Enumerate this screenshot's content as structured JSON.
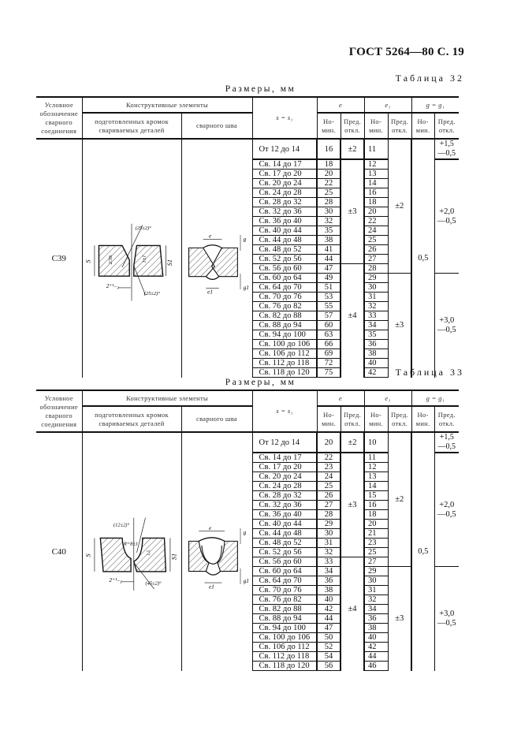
{
  "page": {
    "header": "ГОСТ 5264—80 С. 19"
  },
  "tables": [
    {
      "caption": "Таблица 32",
      "dims": "Размеры, мм",
      "headers": {
        "designation": "Условное обозначение сварного соединения",
        "design_elements": "Конструктивные элементы",
        "prepared_edges": "подготовленных кромок свариваемых деталей",
        "weld": "сварного шва",
        "s": "s = s₁",
        "e": "e",
        "e1": "e₁",
        "g": "g = g₁",
        "nom": "Но-мин.",
        "tol": "Пред. откл."
      },
      "designation": "С39",
      "first_row": {
        "s": "От 12 до 14",
        "e": "16",
        "e_tol": "±2",
        "e1": "11",
        "g_tol": "+1,5 —0,5"
      },
      "rows": [
        {
          "s": "Св. 14 до 17",
          "e": "18",
          "e1": "12"
        },
        {
          "s": "Св. 17 до 20",
          "e": "20",
          "e1": "13"
        },
        {
          "s": "Св. 20 до 24",
          "e": "22",
          "e1": "14"
        },
        {
          "s": "Св. 24 до 28",
          "e": "25",
          "e1": "16"
        },
        {
          "s": "Св. 28 до 32",
          "e": "28",
          "e1": "18"
        },
        {
          "s": "Св. 32 до 36",
          "e": "30",
          "e1": "20"
        },
        {
          "s": "Св. 36 до 40",
          "e": "32",
          "e1": "22"
        },
        {
          "s": "Св. 40 до 44",
          "e": "35",
          "e1": "24"
        },
        {
          "s": "Св. 44 до 48",
          "e": "38",
          "e1": "25"
        },
        {
          "s": "Св. 48 до 52",
          "e": "41",
          "e1": "26"
        },
        {
          "s": "Св. 52 до 56",
          "e": "44",
          "e1": "27"
        },
        {
          "s": "Св. 56 до 60",
          "e": "47",
          "e1": "28"
        },
        {
          "s": "Св. 60 до 64",
          "e": "49",
          "e1": "29"
        },
        {
          "s": "Св. 64 до 70",
          "e": "51",
          "e1": "30"
        },
        {
          "s": "Св. 70 до 76",
          "e": "53",
          "e1": "31"
        },
        {
          "s": "Св. 76 до 82",
          "e": "55",
          "e1": "32"
        },
        {
          "s": "Св. 82 до 88",
          "e": "57",
          "e1": "33"
        },
        {
          "s": "Св. 88 до 94",
          "e": "60",
          "e1": "34"
        },
        {
          "s": "Св. 94 до 100",
          "e": "63",
          "e1": "35"
        },
        {
          "s": "Св. 100 до 106",
          "e": "66",
          "e1": "36"
        },
        {
          "s": "Св. 106 до 112",
          "e": "69",
          "e1": "38"
        },
        {
          "s": "Св. 112 до 118",
          "e": "72",
          "e1": "40"
        },
        {
          "s": "Св. 118 до 120",
          "e": "75",
          "e1": "42"
        }
      ],
      "e_tol_mid": "±3",
      "e_tol_low": "±4",
      "e1_tol_upper": "±2",
      "e1_tol_lower": "±3",
      "g_nom": "0,5",
      "g_tol_mid": "+2,0 —0,5",
      "g_tol_low": "+3,0 —0,5",
      "diagram_labels": {
        "angle_top": "(25±2)°",
        "angle_bottom": "(25±2)°",
        "gap": "2⁺¹₋₂",
        "s": "S",
        "s1": "S₁",
        "twothirds": "2/3S",
        "t": "1±1",
        "e": "e",
        "e1": "e₁",
        "g": "g",
        "g1": "g₁"
      }
    },
    {
      "caption": "Таблица 33",
      "dims": "Размеры, мм",
      "headers": {
        "designation": "Условное обозначение сварного соединения",
        "design_elements": "Конструктивные элементы",
        "prepared_edges": "подготовленных кромок свариваемых деталей",
        "weld": "сварного шва",
        "s": "s = s₁",
        "e": "e",
        "e1": "e₁",
        "g": "g = g₁",
        "nom": "Но-мин.",
        "tol": "Пред. откл."
      },
      "designation": "С40",
      "first_row": {
        "s": "От 12 до 14",
        "e": "20",
        "e_tol": "±2",
        "e1": "10",
        "g_tol": "+1,5 —0,5"
      },
      "rows": [
        {
          "s": "Св. 14 до 17",
          "e": "22",
          "e1": "11"
        },
        {
          "s": "Св. 17 до 20",
          "e": "23",
          "e1": "12"
        },
        {
          "s": "Св. 20 до 24",
          "e": "24",
          "e1": "13"
        },
        {
          "s": "Св. 24 до 28",
          "e": "25",
          "e1": "14"
        },
        {
          "s": "Св. 28 до 32",
          "e": "26",
          "e1": "15"
        },
        {
          "s": "Св. 32 до 36",
          "e": "27",
          "e1": "16"
        },
        {
          "s": "Св. 36 до 40",
          "e": "28",
          "e1": "18"
        },
        {
          "s": "Св. 40 до 44",
          "e": "29",
          "e1": "20"
        },
        {
          "s": "Св. 44 до 48",
          "e": "30",
          "e1": "21"
        },
        {
          "s": "Св. 48 до 52",
          "e": "31",
          "e1": "23"
        },
        {
          "s": "Св. 52 до 56",
          "e": "32",
          "e1": "25"
        },
        {
          "s": "Св. 56 до 60",
          "e": "33",
          "e1": "27"
        },
        {
          "s": "Св. 60 до 64",
          "e": "34",
          "e1": "29"
        },
        {
          "s": "Св. 64 до 70",
          "e": "36",
          "e1": "30"
        },
        {
          "s": "Св. 70 до 76",
          "e": "38",
          "e1": "31"
        },
        {
          "s": "Св. 76 до 82",
          "e": "40",
          "e1": "32"
        },
        {
          "s": "Св. 82 до 88",
          "e": "42",
          "e1": "34"
        },
        {
          "s": "Св. 88 до 94",
          "e": "44",
          "e1": "36"
        },
        {
          "s": "Св. 94 до 100",
          "e": "47",
          "e1": "38"
        },
        {
          "s": "Св. 100 до 106",
          "e": "50",
          "e1": "40"
        },
        {
          "s": "Св. 106 до 112",
          "e": "52",
          "e1": "42"
        },
        {
          "s": "Св. 112 до 118",
          "e": "54",
          "e1": "44"
        },
        {
          "s": "Св. 118 до 120",
          "e": "56",
          "e1": "46"
        }
      ],
      "e_tol_mid": "±3",
      "e_tol_low": "±4",
      "e1_tol_upper": "±2",
      "e1_tol_lower": "±3",
      "g_nom": "0,5",
      "g_tol_mid": "+2,0 —0,5",
      "g_tol_low": "+3,0 —0,5",
      "diagram_labels": {
        "angle_top": "(12±2)°",
        "angle_bottom": "(45±2)°",
        "radius": "R=8±1",
        "gap": "2⁺¹₋₂",
        "s": "S",
        "s1": "S₁",
        "h1": "1,5",
        "h2": "1±1",
        "e": "e",
        "e1": "e₁",
        "g": "g",
        "g1": "g₁"
      }
    }
  ]
}
